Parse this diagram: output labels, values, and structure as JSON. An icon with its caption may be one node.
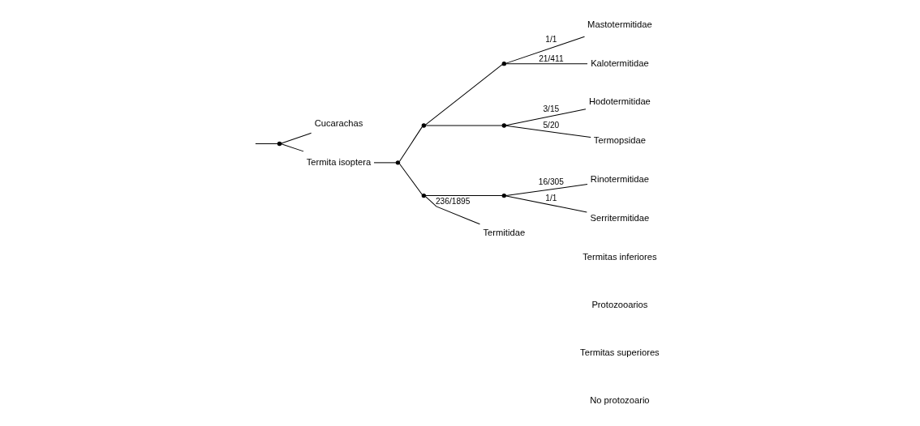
{
  "diagram": {
    "nodes": [
      {
        "text": [],
        "shape": "point"
      },
      {
        "text": [
          "Cucarachas"
        ]
      },
      {
        "text": [
          "Termita isoptera"
        ]
      },
      {
        "text": [],
        "shape": "point"
      },
      {
        "text": [],
        "shape": "point"
      },
      {
        "text": [],
        "shape": "point"
      },
      {
        "text": [],
        "shape": "point"
      },
      {
        "text": [],
        "shape": "point"
      },
      {
        "text": [],
        "shape": "point"
      },
      {
        "text": [
          "Mastotermitidae"
        ]
      },
      {
        "text": [
          "Kalotermitidae"
        ]
      },
      {
        "text": [
          "Hodotermitidae"
        ]
      },
      {
        "text": [
          "Termopsidae"
        ]
      },
      {
        "text": [
          "Rinotermitidae"
        ]
      },
      {
        "text": [
          "Serritermitidae"
        ]
      },
      {
        "text": [
          "Termitidae"
        ]
      }
    ],
    "edges": [
      {
        "from": null,
        "to": 0,
        "arrow": "none"
      },
      {
        "from": 0,
        "to": 1,
        "arrow": "none"
      },
      {
        "from": 0,
        "to": 2,
        "arrow": "none"
      },
      {
        "from": 2,
        "to": 3,
        "arrow": "none"
      },
      {
        "from": 3,
        "to": 4,
        "arrow": "none"
      },
      {
        "from": 3,
        "to": 7,
        "arrow": "none"
      },
      {
        "from": 4,
        "to": 5,
        "arrow": "none"
      },
      {
        "from": 4,
        "to": 6,
        "arrow": "none"
      },
      {
        "from": 5,
        "to": 9,
        "arrow": "none",
        "label": "1/1"
      },
      {
        "from": 5,
        "to": 10,
        "arrow": "none",
        "label": "21/411"
      },
      {
        "from": 6,
        "to": 11,
        "arrow": "none",
        "label": "3/15"
      },
      {
        "from": 6,
        "to": 12,
        "arrow": "none",
        "label": "5/20"
      },
      {
        "from": 7,
        "to": 8,
        "arrow": "none"
      },
      {
        "from": 8,
        "to": 13,
        "arrow": "none",
        "label": "16/305"
      },
      {
        "from": 8,
        "to": 14,
        "arrow": "none",
        "label": "1/1"
      },
      {
        "from": 7,
        "to": 15,
        "arrow": "none",
        "label": "236/1895"
      }
    ],
    "labels": [
      "Termitas inferiores",
      "Protozooarios",
      "Termitas superiores",
      "No protozoario"
    ]
  }
}
